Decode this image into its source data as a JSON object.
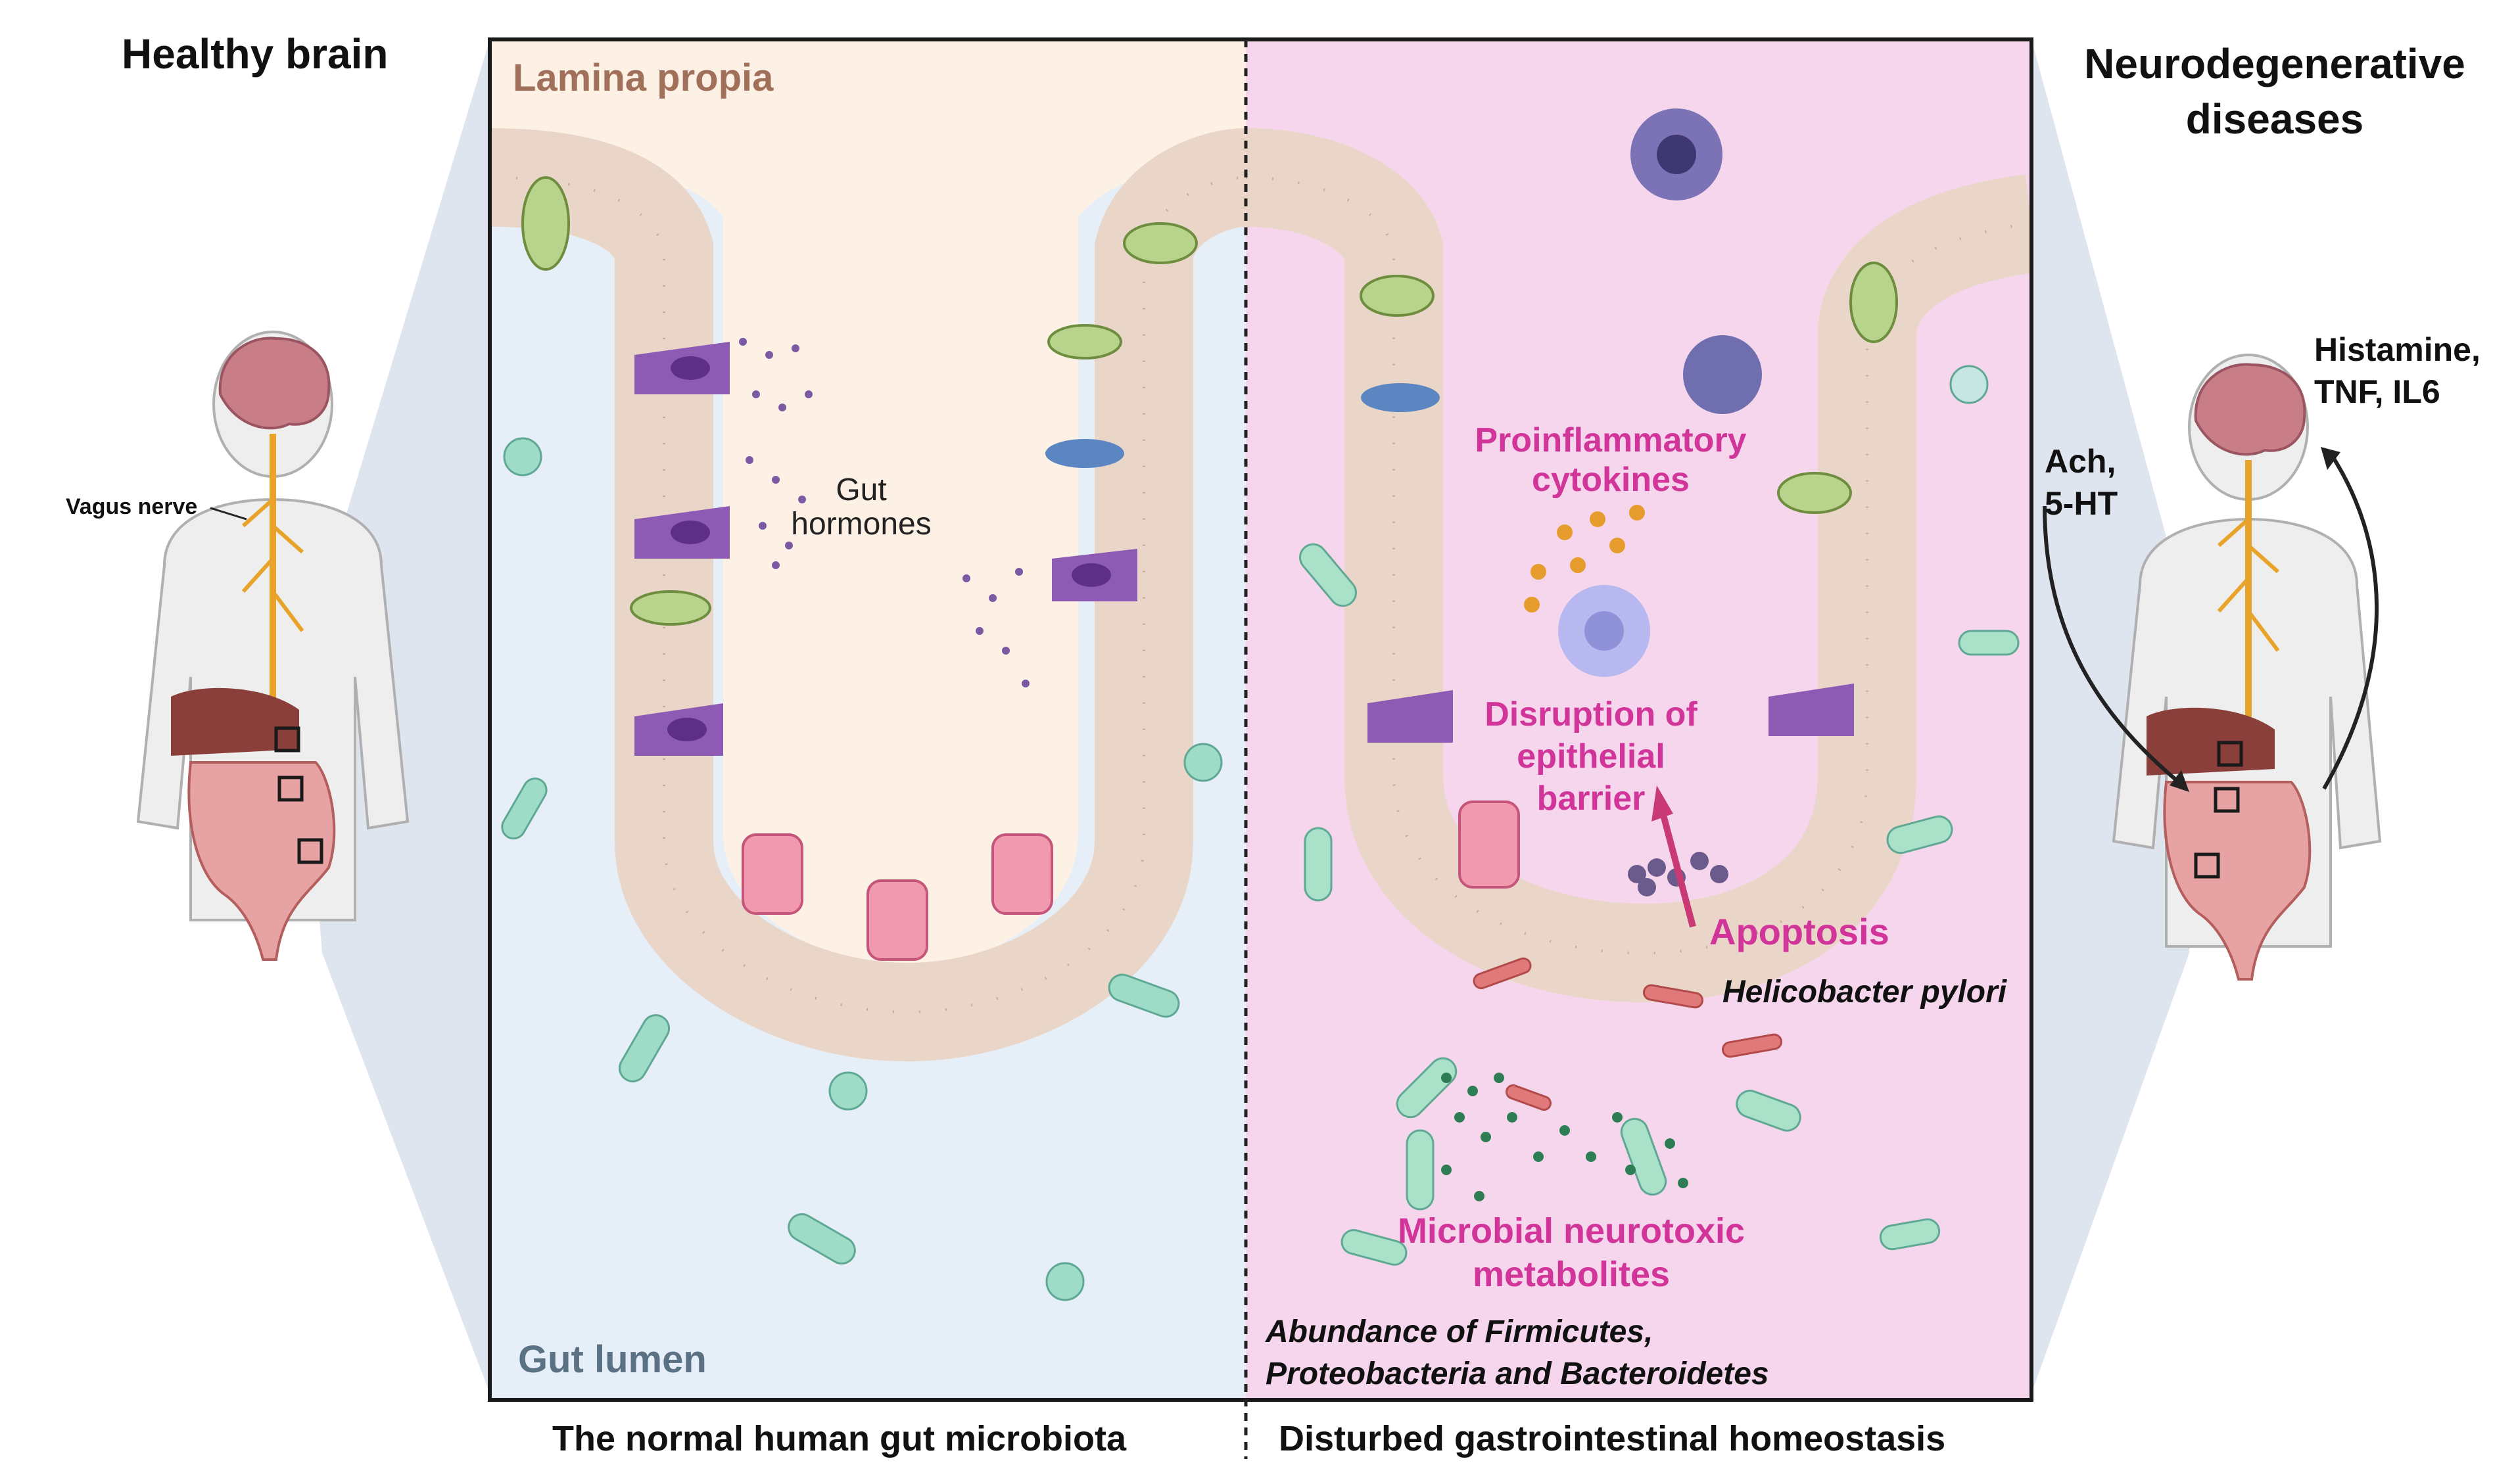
{
  "left_panel": {
    "title": "Healthy brain",
    "nerve_label": "Vagus nerve"
  },
  "right_panel": {
    "title_line1": "Neurodegenerative",
    "title_line2": "diseases",
    "signal_up_line1": "Histamine,",
    "signal_up_line2": "TNF, IL6",
    "signal_down_line1": "Ach,",
    "signal_down_line2": "5-HT"
  },
  "healthy_gut": {
    "region_top": "Lamina propia",
    "region_bottom": "Gut lumen",
    "hormones_line1": "Gut",
    "hormones_line2": "hormones",
    "caption": "The normal human gut microbiota"
  },
  "disturbed_gut": {
    "cytokines_line1": "Proinflammatory",
    "cytokines_line2": "cytokines",
    "disruption_line1": "Disruption of",
    "disruption_line2": "epithelial",
    "disruption_line3": "barrier",
    "apoptosis": "Apoptosis",
    "pathogen": "Helicobacter pylori",
    "metabolites_line1": "Microbial neurotoxic",
    "metabolites_line2": "metabolites",
    "abundance_line1": "Abundance of Firmicutes,",
    "abundance_line2": "Proteobacteria and Bacteroidetes",
    "caption": "Disturbed gastrointestinal homeostasis"
  },
  "colors": {
    "healthy_top_bg": "#fdf1e6",
    "healthy_lumen_bg": "#e6eef7",
    "disturbed_bg": "#f6d6ec",
    "side_panel": "#dfe5ef",
    "magenta_text": "#d2359a",
    "lamina_text": "#a0705a",
    "lumen_text": "#5b7184"
  }
}
